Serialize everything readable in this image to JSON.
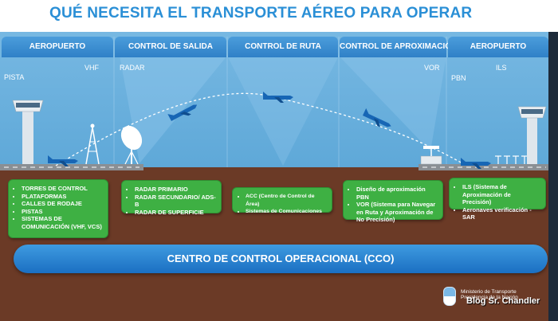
{
  "title": "QUÉ NECESITA EL TRANSPORTE AÉREO PARA OPERAR",
  "phases": [
    {
      "label": "AEROPUERTO"
    },
    {
      "label": "CONTROL DE SALIDA"
    },
    {
      "label": "CONTROL DE RUTA"
    },
    {
      "label": "CONTROL DE APROXIMACIÓN"
    },
    {
      "label": "AEROPUERTO"
    }
  ],
  "scene_labels": {
    "pista": "PISTA",
    "vhf": "VHF",
    "radar": "RADAR",
    "vor": "VOR",
    "pbn": "PBN",
    "ils": "ILS"
  },
  "boxes": {
    "airport_departure": [
      "TORRES DE CONTROL",
      "PLATAFORMAS",
      "CALLES DE RODAJE",
      "PISTAS",
      "SISTEMAS DE COMUNICACIÓN (VHF, VCS)"
    ],
    "departure_control": [
      "RADAR PRIMARIO",
      "RADAR SECUNDARIO/ ADS-B",
      "RADAR DE SUPERFICIE"
    ],
    "route_control": [
      "ACC (Centro de Control de Área)",
      "Sistemas de Comunicaciones"
    ],
    "approach_control": [
      "Diseño de aproximación PBN",
      "VOR (Sistema para Navegar en Ruta y Aproximación de No Precisión)"
    ],
    "airport_arrival": [
      "ILS (Sistema de Aproximación de Precisión)",
      "Aeronaves verificación - SAR"
    ]
  },
  "cco_label": "CENTRO DE CONTROL OPERACIONAL (CCO)",
  "footer": {
    "ministry_line1": "Ministerio de Transporte",
    "ministry_line2": "Presidencia de la Nación",
    "watermark": "Blog Sr. Chandler"
  },
  "colors": {
    "title": "#2a8fd6",
    "sky": "#5ea8d8",
    "ground": "#6b3a26",
    "tab": "#2f80c7",
    "box": "#3eb043",
    "cco": "#1b6fc2"
  }
}
